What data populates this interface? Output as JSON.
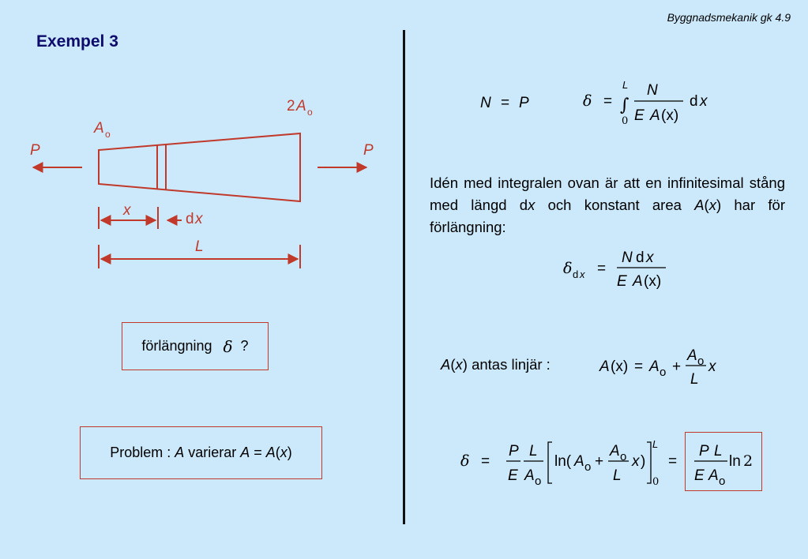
{
  "header": "Byggnadsmekanik gk  4.9",
  "title": "Exempel 3",
  "colors": {
    "accent": "#c0392b",
    "title": "#0d0b6b",
    "background": "#cce9fb"
  },
  "figure": {
    "label_Ao": "A",
    "sub_o": "o",
    "label_2Ao_coef": "2",
    "label_2Ao_A": "A",
    "label_P_left": "P",
    "label_P_right": "P",
    "label_x": "x",
    "label_dx_d": "d",
    "label_dx_x": "x",
    "label_L": "L"
  },
  "question": {
    "text": "förlängning",
    "symbol": "δ",
    "mark": "?"
  },
  "problem": {
    "prefix": "Problem : ",
    "A1": "A",
    "mid": " varierar ",
    "A2": "A",
    "eq": " = ",
    "A3": "A",
    "open": "(",
    "x": "x",
    "close": ")"
  },
  "eq_N": {
    "N": "N",
    "eq": "=",
    "P": "P"
  },
  "eq_delta": {
    "delta": "δ",
    "eq": "=",
    "integral": "∫",
    "upper": "L",
    "lower": "0",
    "num": "N",
    "den_E": "E",
    "den_A": "A",
    "den_x": "(x)",
    "d": "d",
    "x": "x"
  },
  "paragraph": {
    "t1": "Idén med integralen ovan är att en infinitesimal stång med längd d",
    "x1": "x",
    "t2": " och konstant area ",
    "A": "A",
    "t3": "(",
    "x2": "x",
    "t4": ") har för förlängning:"
  },
  "eq_ddx": {
    "delta": "δ",
    "sub": "d",
    "subx": "x",
    "eq": "=",
    "num_N": "N",
    "num_d": "d",
    "num_x": "x",
    "den_E": "E",
    "den_A": "A",
    "den_x": "(x)"
  },
  "assumption": {
    "A": "A",
    "open": "(",
    "x": "x",
    "close": ")",
    "text": " antas linjär :"
  },
  "eq_Ax": {
    "lhs": "A",
    "lhs_x": "(x)",
    "eq": "=",
    "A": "A",
    "sub": "o",
    "plus": "+",
    "num": "A",
    "den": "L",
    "x": "x"
  },
  "final": {
    "delta": "δ",
    "eq1": "=",
    "P": "P",
    "E": "E",
    "L": "L",
    "A": "A",
    "sub": "o",
    "ln": "ln(",
    "A2": "A",
    "plus": "+",
    "numA": "A",
    "denL": "L",
    "x": "x",
    "close": ")",
    "upper": "L",
    "lower": "0",
    "eq2": "=",
    "rP": "P",
    "rL": "L",
    "rE": "E",
    "rA": "A",
    "rln": "ln",
    "r2": "2"
  }
}
